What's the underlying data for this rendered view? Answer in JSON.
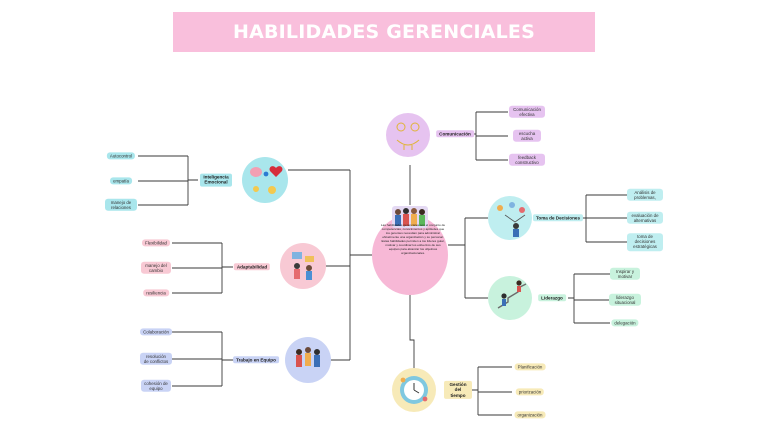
{
  "title": "HABILIDADES GERENCIALES",
  "center": {
    "text": "Las habilidades gerenciales son el conjunto de competencias, conocimientos y aptitudes que los gerentes necesitan para administrar eficazmente una organización y su personal. Estas habilidades permiten a los líderes guiar, motivar y coordinar los esfuerzos de sus equipos para alcanzar los objetivos organizacionales."
  },
  "branches": {
    "comunicacion": {
      "label": "Comunicación",
      "items": [
        "Comunicación efectiva",
        "escucha activa",
        "feedback constructivo"
      ]
    },
    "inteligencia": {
      "label": "Inteligencia Emocional",
      "items": [
        "Autocontrol",
        "empatía",
        "manejo de relaciones"
      ]
    },
    "adaptabilidad": {
      "label": "Adaptabilidad",
      "items": [
        "Flexibilidad",
        "manejo del cambio",
        "resiliencia"
      ]
    },
    "trabajo": {
      "label": "Trabajo en Equipo",
      "items": [
        "Colaboración",
        "resolución de conflictos",
        "cohesión de equipo"
      ]
    },
    "decisiones": {
      "label": "Toma de Decisiones",
      "items": [
        "Análisis de problemas,",
        "evaluación de alternativas",
        "toma de decisiones estratégicas"
      ]
    },
    "liderazgo": {
      "label": "Liderazgo",
      "items": [
        "Inspirar y motivar",
        "liderazgo situacional",
        "delegación"
      ]
    },
    "tiempo": {
      "label": "Gestión del tiempo",
      "items": [
        "Planificación",
        "priorización",
        "organización"
      ]
    }
  },
  "colors": {
    "title_bg": "#f9bfdc",
    "center_bg": "#f7b8d6",
    "comunicacion": "#e6c3f0",
    "inteligencia": "#a9e6ec",
    "adaptabilidad": "#f8c9d4",
    "trabajo": "#c9d3f5",
    "decisiones": "#bfeef0",
    "liderazgo": "#c8f2dd",
    "tiempo": "#f7eab8"
  }
}
